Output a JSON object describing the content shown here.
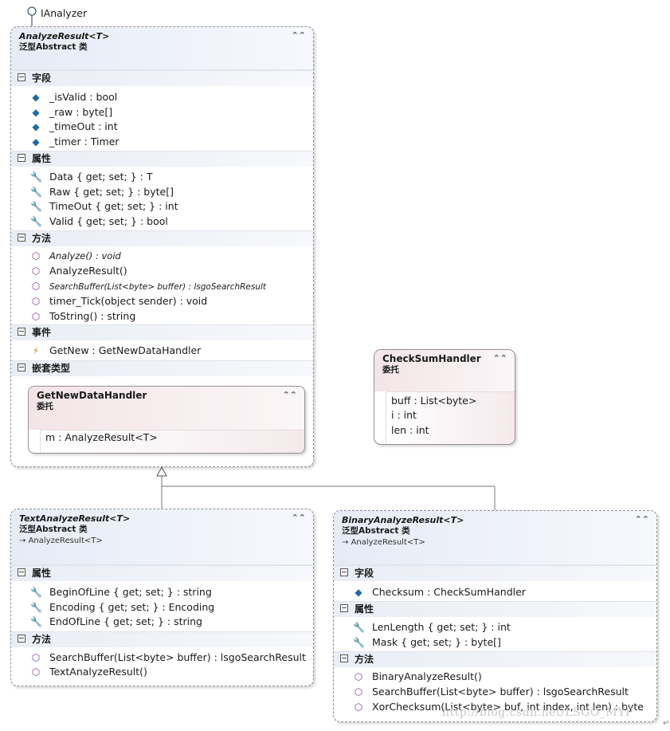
{
  "interface": {
    "name": "IAnalyzer"
  },
  "analyze_result": {
    "name": "AnalyzeResult<T>",
    "kind": "泛型Abstract 类",
    "sections": {
      "fields": "字段",
      "properties": "属性",
      "methods": "方法",
      "events": "事件",
      "nested": "嵌套类型"
    },
    "fields": [
      "_isValid : bool",
      "_raw : byte[]",
      "_timeOut : int",
      "_timer : Timer"
    ],
    "properties": [
      "Data { get; set; } : T",
      "Raw { get; set; } : byte[]",
      "TimeOut { get; set; } : int",
      "Valid { get; set; } : bool"
    ],
    "methods": [
      "Analyze() : void",
      "AnalyzeResult()",
      "SearchBuffer(List<byte> buffer) : lsgoSearchResult",
      "timer_Tick(object sender) : void",
      "ToString() : string"
    ],
    "events": [
      "GetNew : GetNewDataHandler"
    ],
    "nested": {
      "name": "GetNewDataHandler",
      "kind": "委托",
      "members": [
        "m : AnalyzeResult<T>"
      ]
    }
  },
  "checksum_handler": {
    "name": "CheckSumHandler",
    "kind": "委托",
    "members": [
      "buff : List<byte>",
      "i : int",
      "len : int"
    ]
  },
  "text_analyze_result": {
    "name": "TextAnalyzeResult<T>",
    "kind": "泛型Abstract 类",
    "base": "AnalyzeResult<T>",
    "sections": {
      "properties": "属性",
      "methods": "方法"
    },
    "properties": [
      "BeginOfLine { get; set; } : string",
      "Encoding { get; set; } : Encoding",
      "EndOfLine { get; set; } : string"
    ],
    "methods": [
      "SearchBuffer(List<byte> buffer) : lsgoSearchResult",
      "TextAnalyzeResult()"
    ]
  },
  "binary_analyze_result": {
    "name": "BinaryAnalyzeResult<T>",
    "kind": "泛型Abstract 类",
    "base": "AnalyzeResult<T>",
    "sections": {
      "fields": "字段",
      "properties": "属性",
      "methods": "方法"
    },
    "fields": [
      "Checksum : CheckSumHandler"
    ],
    "properties": [
      "LenLength { get; set; } : int",
      "Mask { get; set; } : byte[]"
    ],
    "methods": [
      "BinaryAnalyzeResult()",
      "SearchBuffer(List<byte> buffer) : lsgoSearchResult",
      "XorChecksum(List<byte> buf, int index, int len) : byte"
    ]
  },
  "watermark": "http://blog.csdn.net/LSGO_MYP",
  "icons": {
    "interface": "lollipop-interface-icon",
    "field_private": "private-field-icon",
    "property": "wrench-property-icon",
    "method": "method-cube-icon",
    "event": "lightning-event-icon",
    "collapse": "double-chevron-up-icon",
    "section_toggle": "minus-box-icon"
  },
  "colors": {
    "header": "#e6ebf6",
    "delegate_header": "#f2e5e7",
    "field_icon": "#1f6aa8",
    "method_icon": "#8a3aa8",
    "event_icon": "#d08a1e"
  }
}
